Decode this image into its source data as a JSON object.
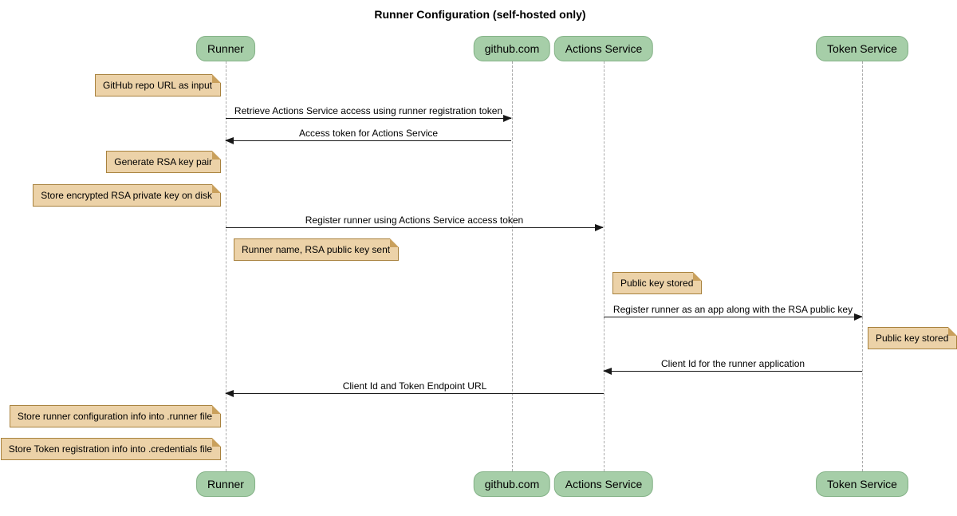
{
  "title": "Runner Configuration (self-hosted only)",
  "participants": [
    {
      "name": "Runner"
    },
    {
      "name": "github.com"
    },
    {
      "name": "Actions Service"
    },
    {
      "name": "Token Service"
    }
  ],
  "messages": [
    {
      "from": "Runner",
      "to": "github.com",
      "direction": "right",
      "label": "Retrieve Actions Service access using runner registration token"
    },
    {
      "from": "github.com",
      "to": "Runner",
      "direction": "left",
      "label": "Access token for Actions Service"
    },
    {
      "from": "Runner",
      "to": "Actions Service",
      "direction": "right",
      "label": "Register runner using Actions Service access token"
    },
    {
      "from": "Actions Service",
      "to": "Token Service",
      "direction": "right",
      "label": "Register runner as an app along with the RSA public key"
    },
    {
      "from": "Token Service",
      "to": "Actions Service",
      "direction": "left",
      "label": "Client Id for the runner application"
    },
    {
      "from": "Actions Service",
      "to": "Runner",
      "direction": "left",
      "label": "Client Id and Token Endpoint URL"
    }
  ],
  "notes": [
    {
      "position": "left of Runner",
      "text": "GitHub repo URL as input"
    },
    {
      "position": "left of Runner",
      "text": "Generate RSA key pair"
    },
    {
      "position": "left of Runner",
      "text": "Store encrypted RSA private key on disk"
    },
    {
      "position": "right of Runner",
      "text": "Runner name, RSA public key sent"
    },
    {
      "position": "right of Actions Service",
      "text": "Public key stored"
    },
    {
      "position": "right of Token Service",
      "text": "Public key stored"
    },
    {
      "position": "left of Runner",
      "text": "Store runner configuration info into .runner file"
    },
    {
      "position": "left of Runner",
      "text": "Store Token registration info into .credentials file"
    }
  ],
  "colors": {
    "participant_fill": "#a6cea8",
    "participant_border": "#84b287",
    "note_fill": "#ecd2a8",
    "note_border": "#a8823e",
    "lifeline": "#ababab",
    "arrow": "#181818",
    "text": "#000000",
    "background": "#ffffff"
  }
}
